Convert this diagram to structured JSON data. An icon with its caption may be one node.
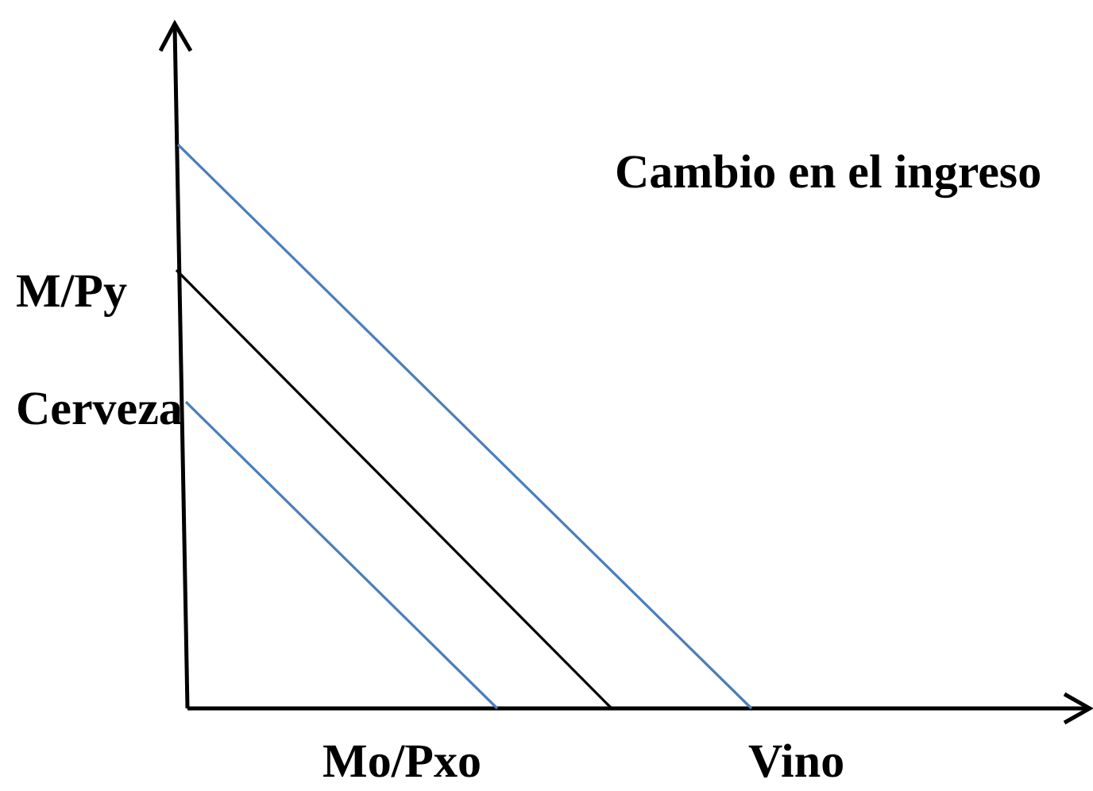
{
  "diagram": {
    "title": "Cambio en el ingreso",
    "labels": [
      "M/Py",
      "Cerveza",
      "Mo/Pxo",
      "Vino"
    ]
  }
}
